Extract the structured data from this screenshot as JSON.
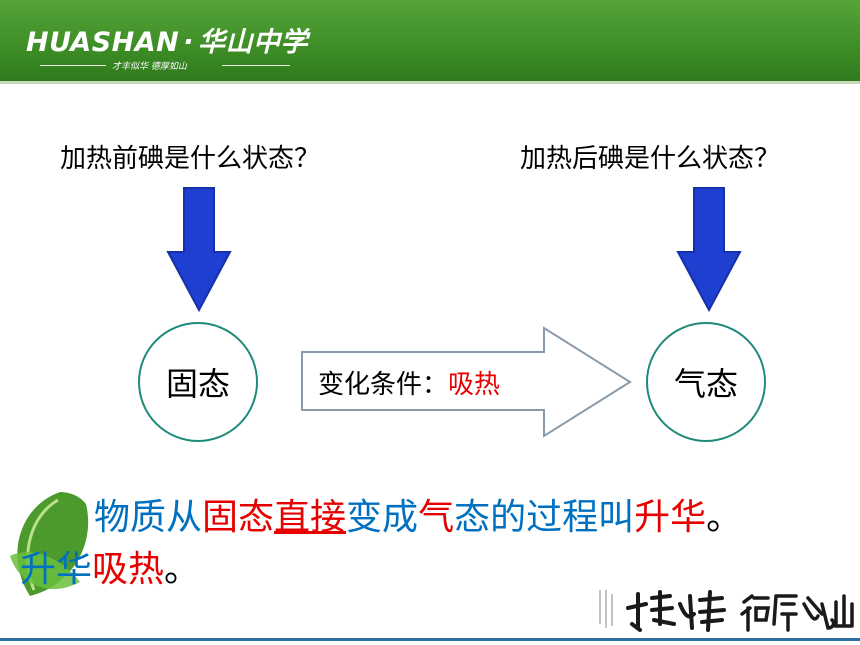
{
  "header": {
    "brand_latin": "HUASHAN",
    "brand_separator": "·",
    "brand_chinese": "华山中学",
    "slogan": "才丰似华  德厚如山"
  },
  "diagram": {
    "question_before": "加热前碘是什么状态？",
    "question_after": "加热后碘是什么状态？",
    "state_before": "固态",
    "state_after": "气态",
    "condition_label": "变化条件：",
    "condition_value": "吸热"
  },
  "definition": {
    "parts": [
      "物质从",
      "固态",
      "直接",
      "变成",
      "气",
      "态的过程叫",
      "升华",
      "。"
    ],
    "line2_parts": [
      "升华",
      "吸热",
      "。"
    ]
  },
  "footer": {
    "calligraphy": "才丰似华  德厚如山"
  },
  "colors": {
    "banner_green": "#3f8f27",
    "arrow_blue": "#1f3fd0",
    "circle_border": "#1e8a7a",
    "emphasis_red": "#e60000",
    "emphasis_blue": "#0070c0"
  }
}
